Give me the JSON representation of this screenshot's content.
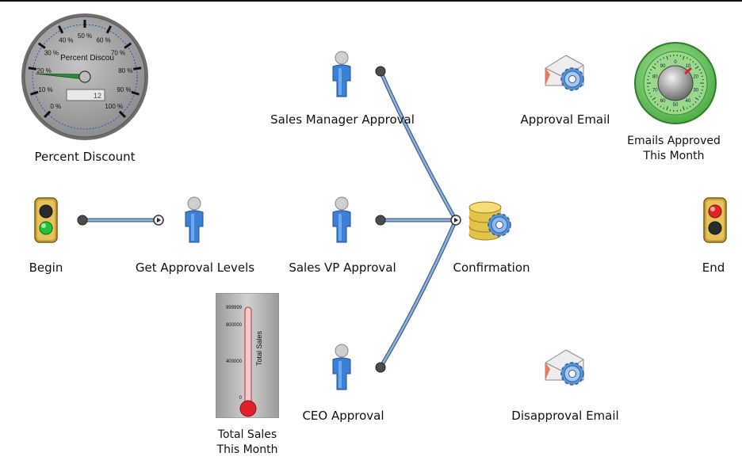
{
  "colors": {
    "connector": "#6b93bf",
    "connector_dark": "#3e638d",
    "person_blue": "#3b7fd6",
    "gauge_gray": "#a9a9a9",
    "safe_green": "#7ccf6c",
    "thermo_bg": "#aaaaaa",
    "thermo_red": "#e0202a"
  },
  "gauge": {
    "caption": "Percent Discount",
    "inner_title": "Percent Discou",
    "ticks": [
      "0 %",
      "10 %",
      "20 %",
      "30 %",
      "40 %",
      "50 %",
      "60 %",
      "70 %",
      "80 %",
      "90 %",
      "100 %"
    ],
    "value_percent": 18,
    "odometer": "12"
  },
  "thermometer": {
    "caption_line1": "Total Sales",
    "caption_line2": "This Month",
    "axis_title": "Total Sales",
    "ticks": [
      "999999",
      "800000",
      "400000",
      "0"
    ],
    "fill_fraction": 0.0
  },
  "safe": {
    "caption_line1": "Emails Approved",
    "caption_line2": "This Month",
    "dial_numbers": [
      "0",
      "10",
      "20",
      "30",
      "40",
      "50",
      "60",
      "70",
      "80",
      "90"
    ]
  },
  "nodes": {
    "begin": {
      "label": "Begin",
      "icon": "traffic-light-green"
    },
    "get_approval_levels": {
      "label": "Get Approval Levels",
      "icon": "person"
    },
    "sales_manager_approval": {
      "label": "Sales Manager Approval",
      "icon": "person"
    },
    "sales_vp_approval": {
      "label": "Sales VP Approval",
      "icon": "person"
    },
    "ceo_approval": {
      "label": "CEO Approval",
      "icon": "person"
    },
    "confirmation": {
      "label": "Confirmation",
      "icon": "database-gear"
    },
    "approval_email": {
      "label": "Approval Email",
      "icon": "envelope-gear"
    },
    "disapproval_email": {
      "label": "Disapproval Email",
      "icon": "envelope-gear"
    },
    "end": {
      "label": "End",
      "icon": "traffic-light-red"
    }
  }
}
